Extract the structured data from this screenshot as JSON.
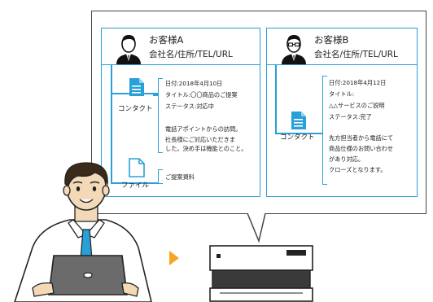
{
  "customer_a": {
    "name": "お客様A",
    "info": "会社名/住所/TEL/URL",
    "contact_label": "コンタクト",
    "file_label": "ファイル",
    "contact_lines": [
      "日付:2018年4月10日",
      "タイトル:〇〇商品のご提案",
      "ステータス:対応中",
      "",
      "電話アポイントからの訪問。",
      "社長様にご対応いただきま",
      "した。決め手は機能とのこと。"
    ],
    "file_text": "ご提案資料"
  },
  "customer_b": {
    "name": "お客様B",
    "info": "会社名/住所/TEL/URL",
    "contact_label": "コンタクト",
    "contact_lines": [
      "日付:2018年4月12日",
      "タイトル:",
      "△△サービスのご説明",
      "ステータス:完了",
      "",
      "先方担当者から電話にて",
      "商品仕様のお問い合わせ",
      "があり対応。",
      "クローズとなります。"
    ]
  },
  "colors": {
    "accent": "#2aa0d8",
    "arrow": "#f5a623",
    "tie": "#2aa0d8"
  }
}
